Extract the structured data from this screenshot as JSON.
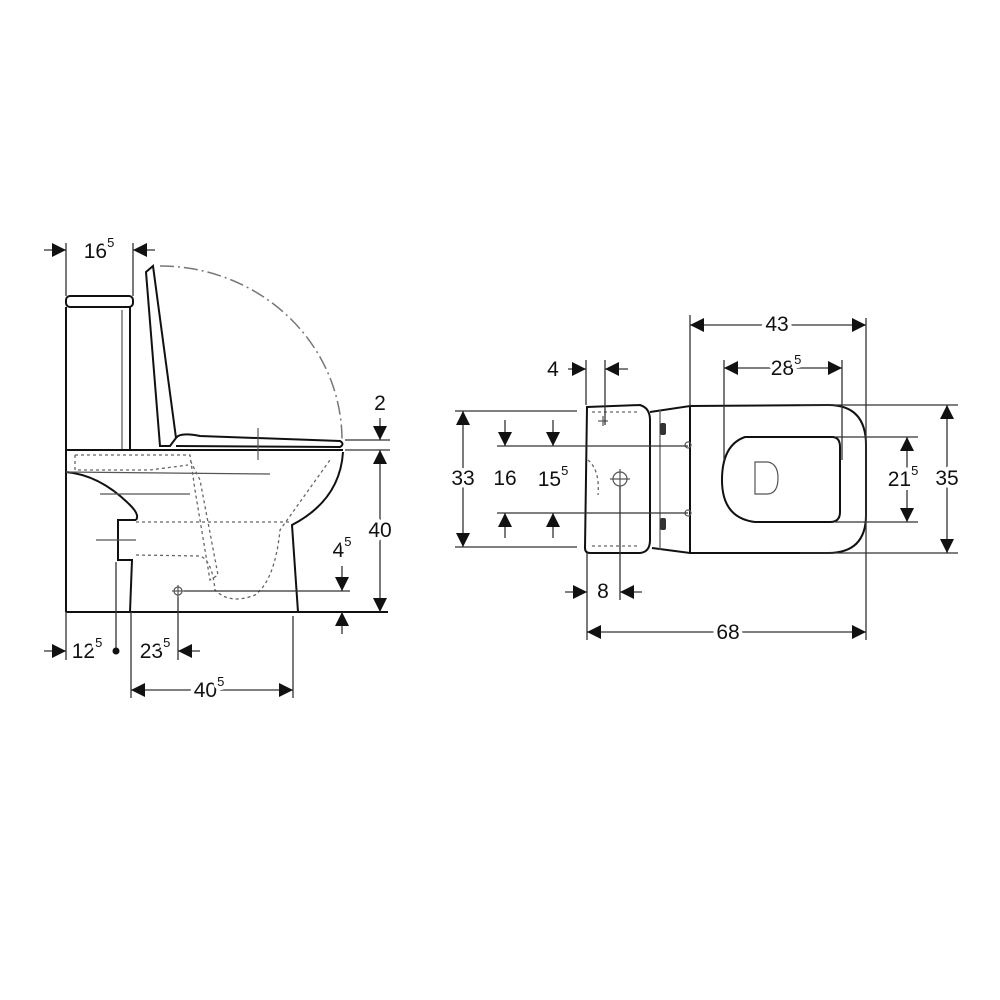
{
  "side_view": {
    "dims": {
      "tank_depth": {
        "value": "16",
        "sup": "5"
      },
      "seat_gap": {
        "value": "2",
        "sup": ""
      },
      "seat_height": {
        "value": "40",
        "sup": ""
      },
      "outlet_height": {
        "value": "4",
        "sup": "5"
      },
      "wall_to_inlet": {
        "value": "12",
        "sup": "5"
      },
      "outlet_offset": {
        "value": "23",
        "sup": "5"
      },
      "foot_length": {
        "value": "40",
        "sup": "5"
      }
    }
  },
  "top_view": {
    "dims": {
      "bowl_length": {
        "value": "43",
        "sup": ""
      },
      "seat_length": {
        "value": "28",
        "sup": "5"
      },
      "tank_offset": {
        "value": "4",
        "sup": ""
      },
      "tank_width": {
        "value": "33",
        "sup": ""
      },
      "fixing_spacing_a": {
        "value": "16",
        "sup": ""
      },
      "fixing_spacing_b": {
        "value": "15",
        "sup": "5"
      },
      "seat_width": {
        "value": "21",
        "sup": "5"
      },
      "bowl_width": {
        "value": "35",
        "sup": ""
      },
      "inlet_offset": {
        "value": "8",
        "sup": ""
      },
      "total_length": {
        "value": "68",
        "sup": ""
      }
    }
  }
}
